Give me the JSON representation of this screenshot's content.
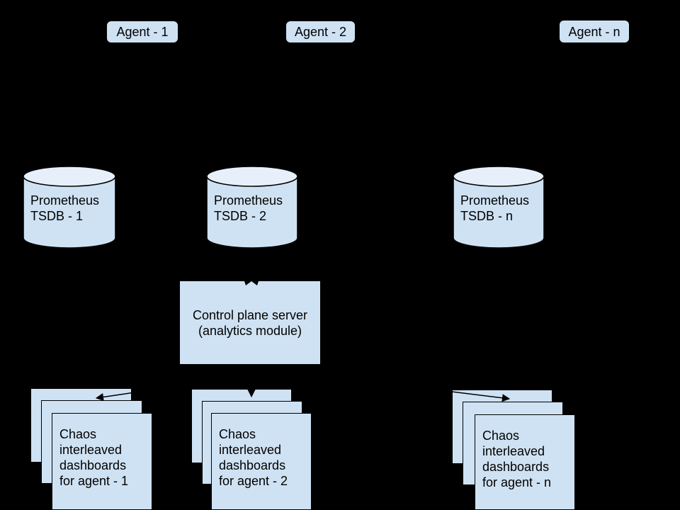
{
  "colors": {
    "background": "#000000",
    "node_fill": "#cfe2f3",
    "cylinder_top_fill": "#e7f0fa",
    "stroke": "#000000",
    "text": "#000000"
  },
  "agents": [
    {
      "label": "Agent - 1"
    },
    {
      "label": "Agent - 2"
    },
    {
      "label": "Agent - n"
    }
  ],
  "tsdbs": [
    {
      "lines": [
        "Prometheus",
        "TSDB - 1"
      ]
    },
    {
      "lines": [
        "Prometheus",
        "TSDB - 2"
      ]
    },
    {
      "lines": [
        "Prometheus",
        "TSDB - n"
      ]
    }
  ],
  "control_plane": {
    "lines": [
      "Control plane server",
      "(analytics module)"
    ]
  },
  "dashboard_stacks": [
    {
      "lines": [
        "Chaos",
        "interleaved",
        "dashboards",
        "for agent - 1"
      ]
    },
    {
      "lines": [
        "Chaos",
        "interleaved",
        "dashboards",
        "for agent - 2"
      ]
    },
    {
      "lines": [
        "Chaos",
        "interleaved",
        "dashboards",
        "for agent - n"
      ]
    }
  ]
}
